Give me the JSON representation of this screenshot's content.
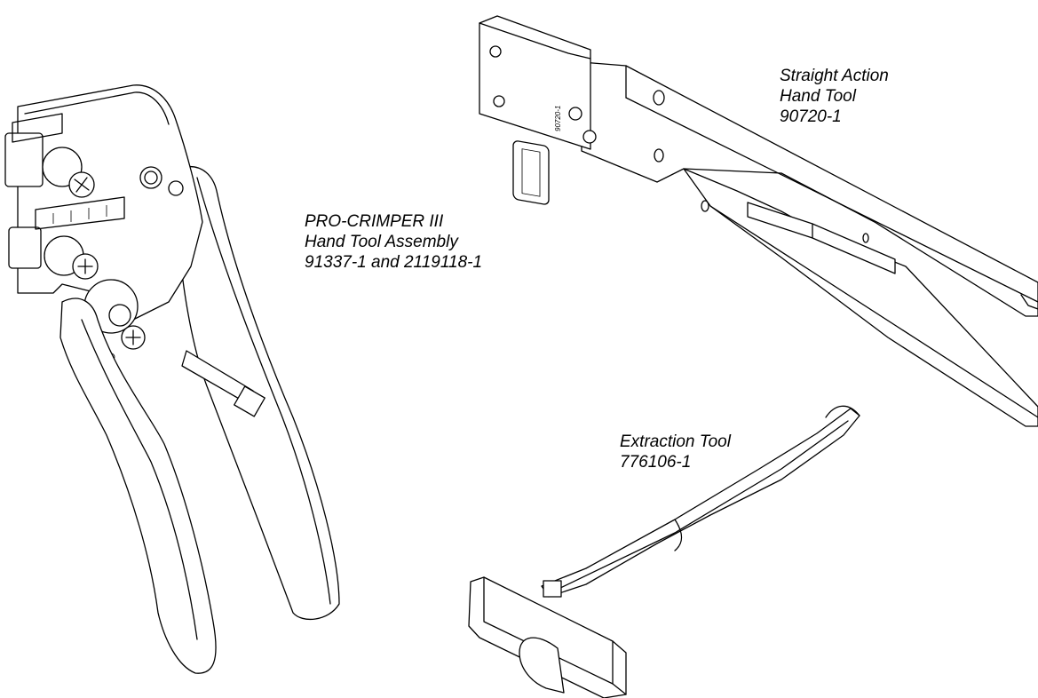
{
  "labels": {
    "crimper": {
      "line1": "PRO-CRIMPER III",
      "line2": "Hand Tool Assembly",
      "line3": "91337-1 and 2119118-1"
    },
    "straight": {
      "line1": "Straight Action",
      "line2": "Hand Tool",
      "line3": "90720-1"
    },
    "extraction": {
      "line1": "Extraction Tool",
      "line2": "776106-1"
    }
  },
  "engraving": {
    "die_part_number": "90720-1"
  }
}
